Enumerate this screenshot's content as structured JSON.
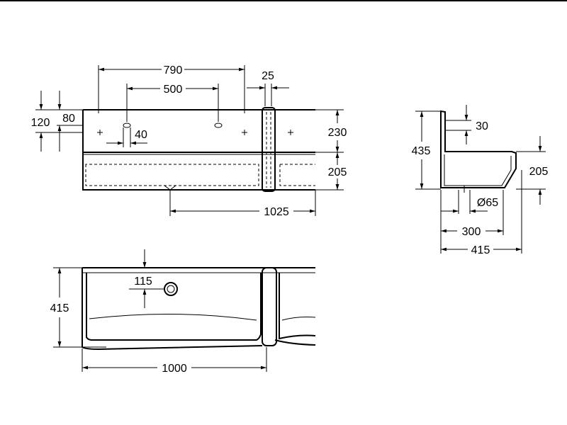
{
  "front_view": {
    "width_790": "790",
    "gap_25": "25",
    "holes_500": "500",
    "h_120": "120",
    "h_80": "80",
    "hole_40": "40",
    "upper_230": "230",
    "lower_205": "205",
    "width_1025": "1025"
  },
  "side_view": {
    "backsplash_30": "30",
    "height_435": "435",
    "basin_205": "205",
    "drain_dia": "Ø65",
    "depth_300": "300",
    "depth_415": "415"
  },
  "top_view": {
    "drain_115": "115",
    "depth_415": "415",
    "width_1000": "1000"
  }
}
